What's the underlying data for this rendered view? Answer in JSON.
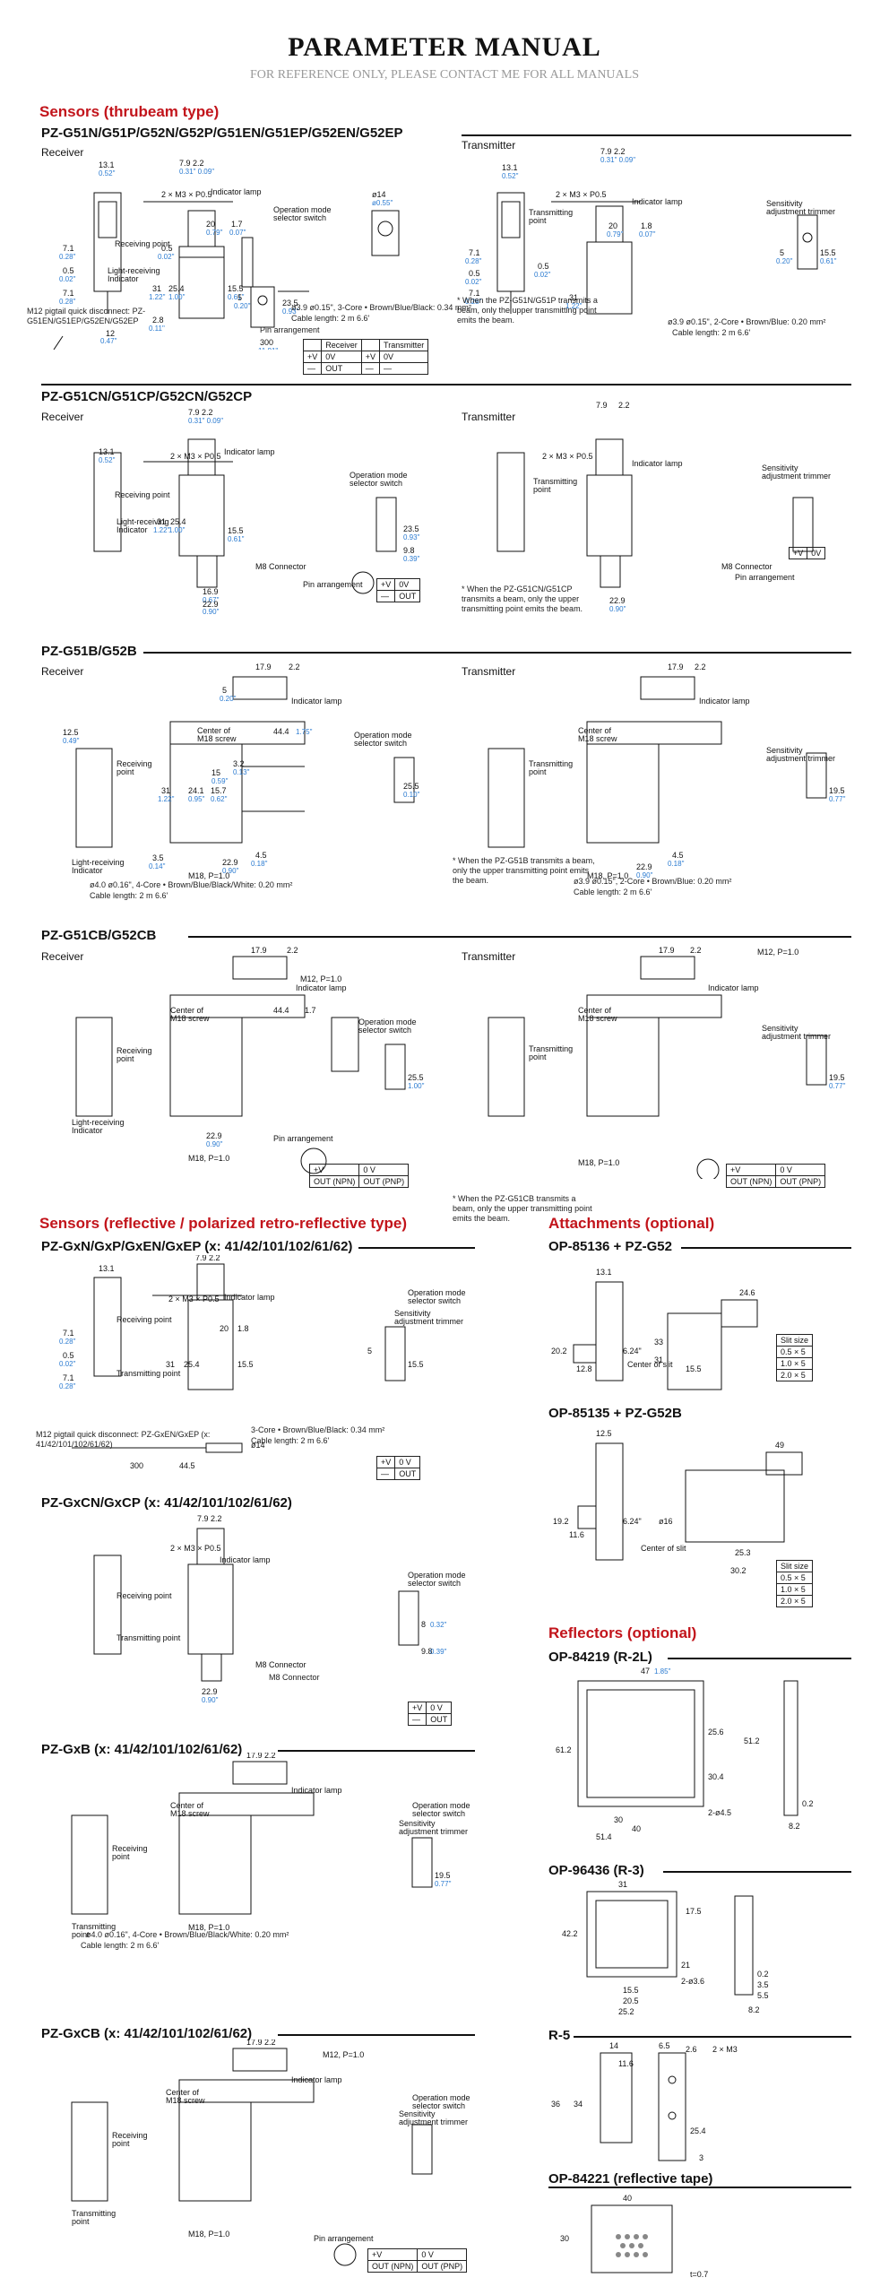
{
  "header": {
    "title": "PARAMETER MANUAL",
    "subtitle": "FOR REFERENCE ONLY, PLEASE CONTACT ME FOR ALL MANUALS"
  },
  "colors": {
    "section_red": "#c2141b",
    "inch_blue": "#2b7bd1",
    "line": "#111111"
  },
  "thrubeam": {
    "title": "Sensors (thrubeam type)",
    "blocks": [
      {
        "model": "PZ-G51N/G51P/G52N/G52P/G51EN/G51EP/G52EN/G52EP",
        "receiver": "Receiver",
        "transmitter": "Transmitter",
        "labels": [
          "Indicator lamp",
          "Operation mode selector switch",
          "Receiving point",
          "Light-receiving indicator",
          "Transmitting point",
          "Sensitivity adjustment trimmer"
        ],
        "cable_r": "ø3.9 ø0.15\", 3-Core • Brown/Blue/Black: 0.34 mm²",
        "cable_r2": "Cable length: 2 m 6.6'",
        "cable_t": "ø3.9 ø0.15\", 2-Core • Brown/Blue: 0.20 mm²",
        "cable_t2": "Cable length: 2 m 6.6'",
        "note": "* When the PZ-G51N/G51P transmits a beam, only the upper transmitting point emits the beam.",
        "pigtail": "M12 pigtail quick disconnect: PZ-G51EN/G51EP/G52EN/G52EP",
        "pin": "Pin arrangement",
        "pin_table": [
          [
            "",
            "Receiver",
            "",
            "Transmitter"
          ],
          [
            "+V",
            "0V",
            "+V",
            "0V"
          ],
          [
            "—",
            "OUT",
            "—",
            "—"
          ]
        ]
      },
      {
        "model": "PZ-G51CN/G51CP/G52CN/G52CP",
        "receiver": "Receiver",
        "transmitter": "Transmitter",
        "connector": "M8 Connector",
        "pin": "Pin arrangement",
        "note": "* When the PZ-G51CN/G51CP transmits a beam, only the upper transmitting point emits the beam.",
        "pin_table": [
          [
            "+V",
            "0V"
          ],
          [
            "—",
            "OUT"
          ]
        ]
      },
      {
        "model": "PZ-G51B/G52B",
        "receiver": "Receiver",
        "transmitter": "Transmitter",
        "center": "Center of M18 screw",
        "screw": "M18, P=1.0",
        "cable_r": "ø4.0 ø0.16\", 4-Core • Brown/Blue/Black/White: 0.20 mm²",
        "cable_r2": "Cable length: 2 m 6.6'",
        "cable_t": "ø3.9 ø0.15\", 2-Core • Brown/Blue: 0.20 mm²",
        "cable_t2": "Cable length: 2 m 6.6'",
        "note": "* When the PZ-G51B transmits a beam, only the upper transmitting point emits the beam."
      },
      {
        "model": "PZ-G51CB/G52CB",
        "receiver": "Receiver",
        "transmitter": "Transmitter",
        "thread": "M12, P=1.0",
        "pin": "Pin arrangement",
        "note": "* When the PZ-G51CB transmits a beam, only the upper transmitting point emits the beam.",
        "pin_table": [
          [
            "+V",
            "0 V"
          ],
          [
            "OUT (NPN)",
            "OUT (PNP)"
          ]
        ]
      }
    ]
  },
  "reflective": {
    "title": "Sensors (reflective / polarized retro-reflective type)",
    "blocks": [
      {
        "model": "PZ-GxN/GxP/GxEN/GxEP (x: 41/42/101/102/61/62)",
        "cable": "3-Core • Brown/Blue/Black: 0.34 mm²",
        "cable2": "Cable length: 2 m 6.6'",
        "pigtail": "M12 pigtail quick disconnect: PZ-GxEN/GxEP (x: 41/42/101/102/61/62)",
        "pin_table": [
          [
            "+V",
            "0 V"
          ],
          [
            "—",
            "OUT"
          ]
        ]
      },
      {
        "model": "PZ-GxCN/GxCP (x: 41/42/101/102/61/62)",
        "connector": "M8 Connector",
        "pin_table": [
          [
            "+V",
            "0 V"
          ],
          [
            "—",
            "OUT"
          ]
        ]
      },
      {
        "model": "PZ-GxB (x: 41/42/101/102/61/62)",
        "cable": "ø4.0 ø0.16\", 4-Core • Brown/Blue/Black/White: 0.20 mm²",
        "cable2": "Cable length: 2 m 6.6'"
      },
      {
        "model": "PZ-GxCB (x: 41/42/101/102/61/62)",
        "thread": "M12, P=1.0",
        "pin_table": [
          [
            "+V",
            "0 V"
          ],
          [
            "OUT (NPN)",
            "OUT (PNP)"
          ]
        ]
      }
    ]
  },
  "attachments": {
    "title": "Attachments (optional)",
    "blocks": [
      {
        "model": "OP-85136 + PZ-G52",
        "slit_title": "Slit size",
        "slits": [
          "0.5 × 5",
          "1.0 × 5",
          "2.0 × 5"
        ]
      },
      {
        "model": "OP-85135 + PZ-G52B",
        "slit_title": "Slit size",
        "slits": [
          "0.5 × 5",
          "1.0 × 5",
          "2.0 × 5"
        ]
      }
    ]
  },
  "reflectors": {
    "title": "Reflectors (optional)",
    "blocks": [
      {
        "model": "OP-84219 (R-2L)"
      },
      {
        "model": "OP-96436 (R-3)"
      },
      {
        "model": "R-5"
      },
      {
        "model": "OP-84221 (reflective tape)"
      }
    ]
  }
}
